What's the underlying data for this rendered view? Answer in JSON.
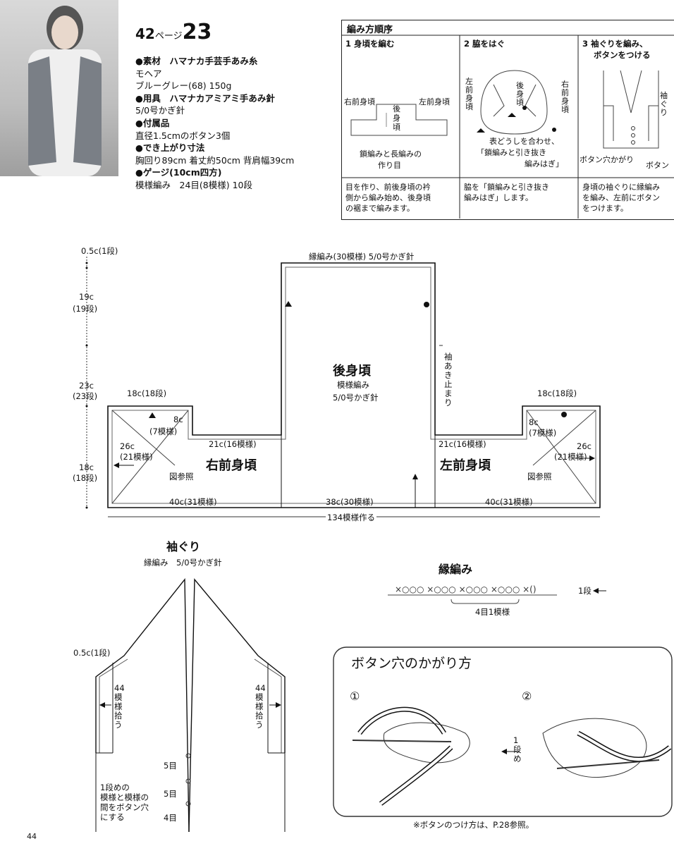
{
  "header": {
    "page_ref": "42",
    "page_suffix": "ページ",
    "pattern_no": "23"
  },
  "specs": [
    {
      "bullet": "●素材",
      "text": "ハマナカ手芸手あみ糸",
      "bold": true
    },
    {
      "text": "モヘア"
    },
    {
      "text": "ブルーグレー(68) 150g"
    },
    {
      "bullet": "●用具",
      "text": "ハマナカアミアミ手あみ針",
      "bold": true
    },
    {
      "text": "5/0号かぎ針"
    },
    {
      "bullet": "●付属品",
      "text": "",
      "bold": true
    },
    {
      "text": "直径1.5cmのボタン3個"
    },
    {
      "bullet": "●でき上がり寸法",
      "text": "",
      "bold": true
    },
    {
      "text": "胸回り89cm 着丈約50cm 背肩幅39cm"
    },
    {
      "bullet": "●ゲージ",
      "text": "(10cm四方)",
      "bold": true
    },
    {
      "text": "模様編み　24目(8模様) 10段"
    }
  ],
  "order": {
    "title": "編み方順序",
    "steps": [
      {
        "label": "1 身頃を編む",
        "diagram": {
          "right_front": "右前身頃",
          "back": "後身頃",
          "left_front": "左前身頃",
          "note1": "鎖編みと長編みの",
          "note2": "作り目"
        },
        "desc": [
          "目を作り、前後身頃の衿",
          "側から編み始め、後身頃",
          "の裾まで編みます。"
        ]
      },
      {
        "label": "2 脇をはぐ",
        "diagram": {
          "left_front": "左前身頃",
          "back": "後身頃",
          "right_front": "右前身頃",
          "note1": "表どうしを合わせ、",
          "note2": "「鎖編みと引き抜き",
          "note3": "編みはぎ」"
        },
        "desc": [
          "脇を「鎖編みと引き抜き",
          "編みはぎ」します。"
        ]
      },
      {
        "label1": "3 袖ぐりを編み、",
        "label2": "ボタンをつける",
        "diagram": {
          "sleeve": "袖ぐり",
          "button": "ボタン穴かがり",
          "button2": "ボタン"
        },
        "desc": [
          "身頃の袖ぐりに縁編み",
          "を編み、左前にボタン",
          "をつけます。"
        ]
      }
    ]
  },
  "main_diagram": {
    "top_edge": "縁編み(30模様) 5/0号かぎ針",
    "left_dims": [
      "0.5c(1段)",
      "19c",
      "(19段)",
      "23c",
      "(23段)",
      "18c",
      "(18段)"
    ],
    "back": {
      "name": "後身頃",
      "sub1": "模様編み",
      "sub2": "5/0号かぎ針"
    },
    "sleeve_stop": "袖あき止まり",
    "right_front": {
      "name": "右前身頃",
      "top": "18c(18段)",
      "c1": "8c",
      "c1b": "(7模様)",
      "c2": "26c",
      "c2b": "(21模様)",
      "inner": "21c(16模様)",
      "ref": "図参照",
      "bottom": "40c(31模様)"
    },
    "left_front": {
      "name": "左前身頃",
      "top": "18c(18段)",
      "c1": "8c",
      "c1b": "(7模様)",
      "c2": "26c",
      "c2b": "(21模様)",
      "inner": "21c(16模様)",
      "ref": "図参照",
      "bottom": "40c(31模様)"
    },
    "center_bottom": "38c(30模様)",
    "total": "134模様作る"
  },
  "armhole": {
    "title": "袖ぐり",
    "sub": "縁編み　5/0号かぎ針",
    "dim": "0.5c(1段)",
    "pick_left": [
      "44",
      "模",
      "様",
      "拾",
      "う"
    ],
    "pick_right": [
      "44",
      "模",
      "様",
      "拾",
      "う"
    ],
    "gaps": [
      "5目",
      "5目",
      "4目"
    ],
    "note": [
      "1段めの",
      "模様と模様の",
      "間をボタン穴",
      "にする"
    ]
  },
  "edging": {
    "title": "縁編み",
    "row": "1段",
    "repeat": "4目1模様"
  },
  "buttonhole": {
    "title": "ボタン穴のかがり方",
    "n1": "①",
    "n2": "②",
    "row_note": [
      "1",
      "段",
      "め"
    ],
    "footnote": "※ボタンのつけ方は、P.28参照。"
  },
  "page_number": "44"
}
